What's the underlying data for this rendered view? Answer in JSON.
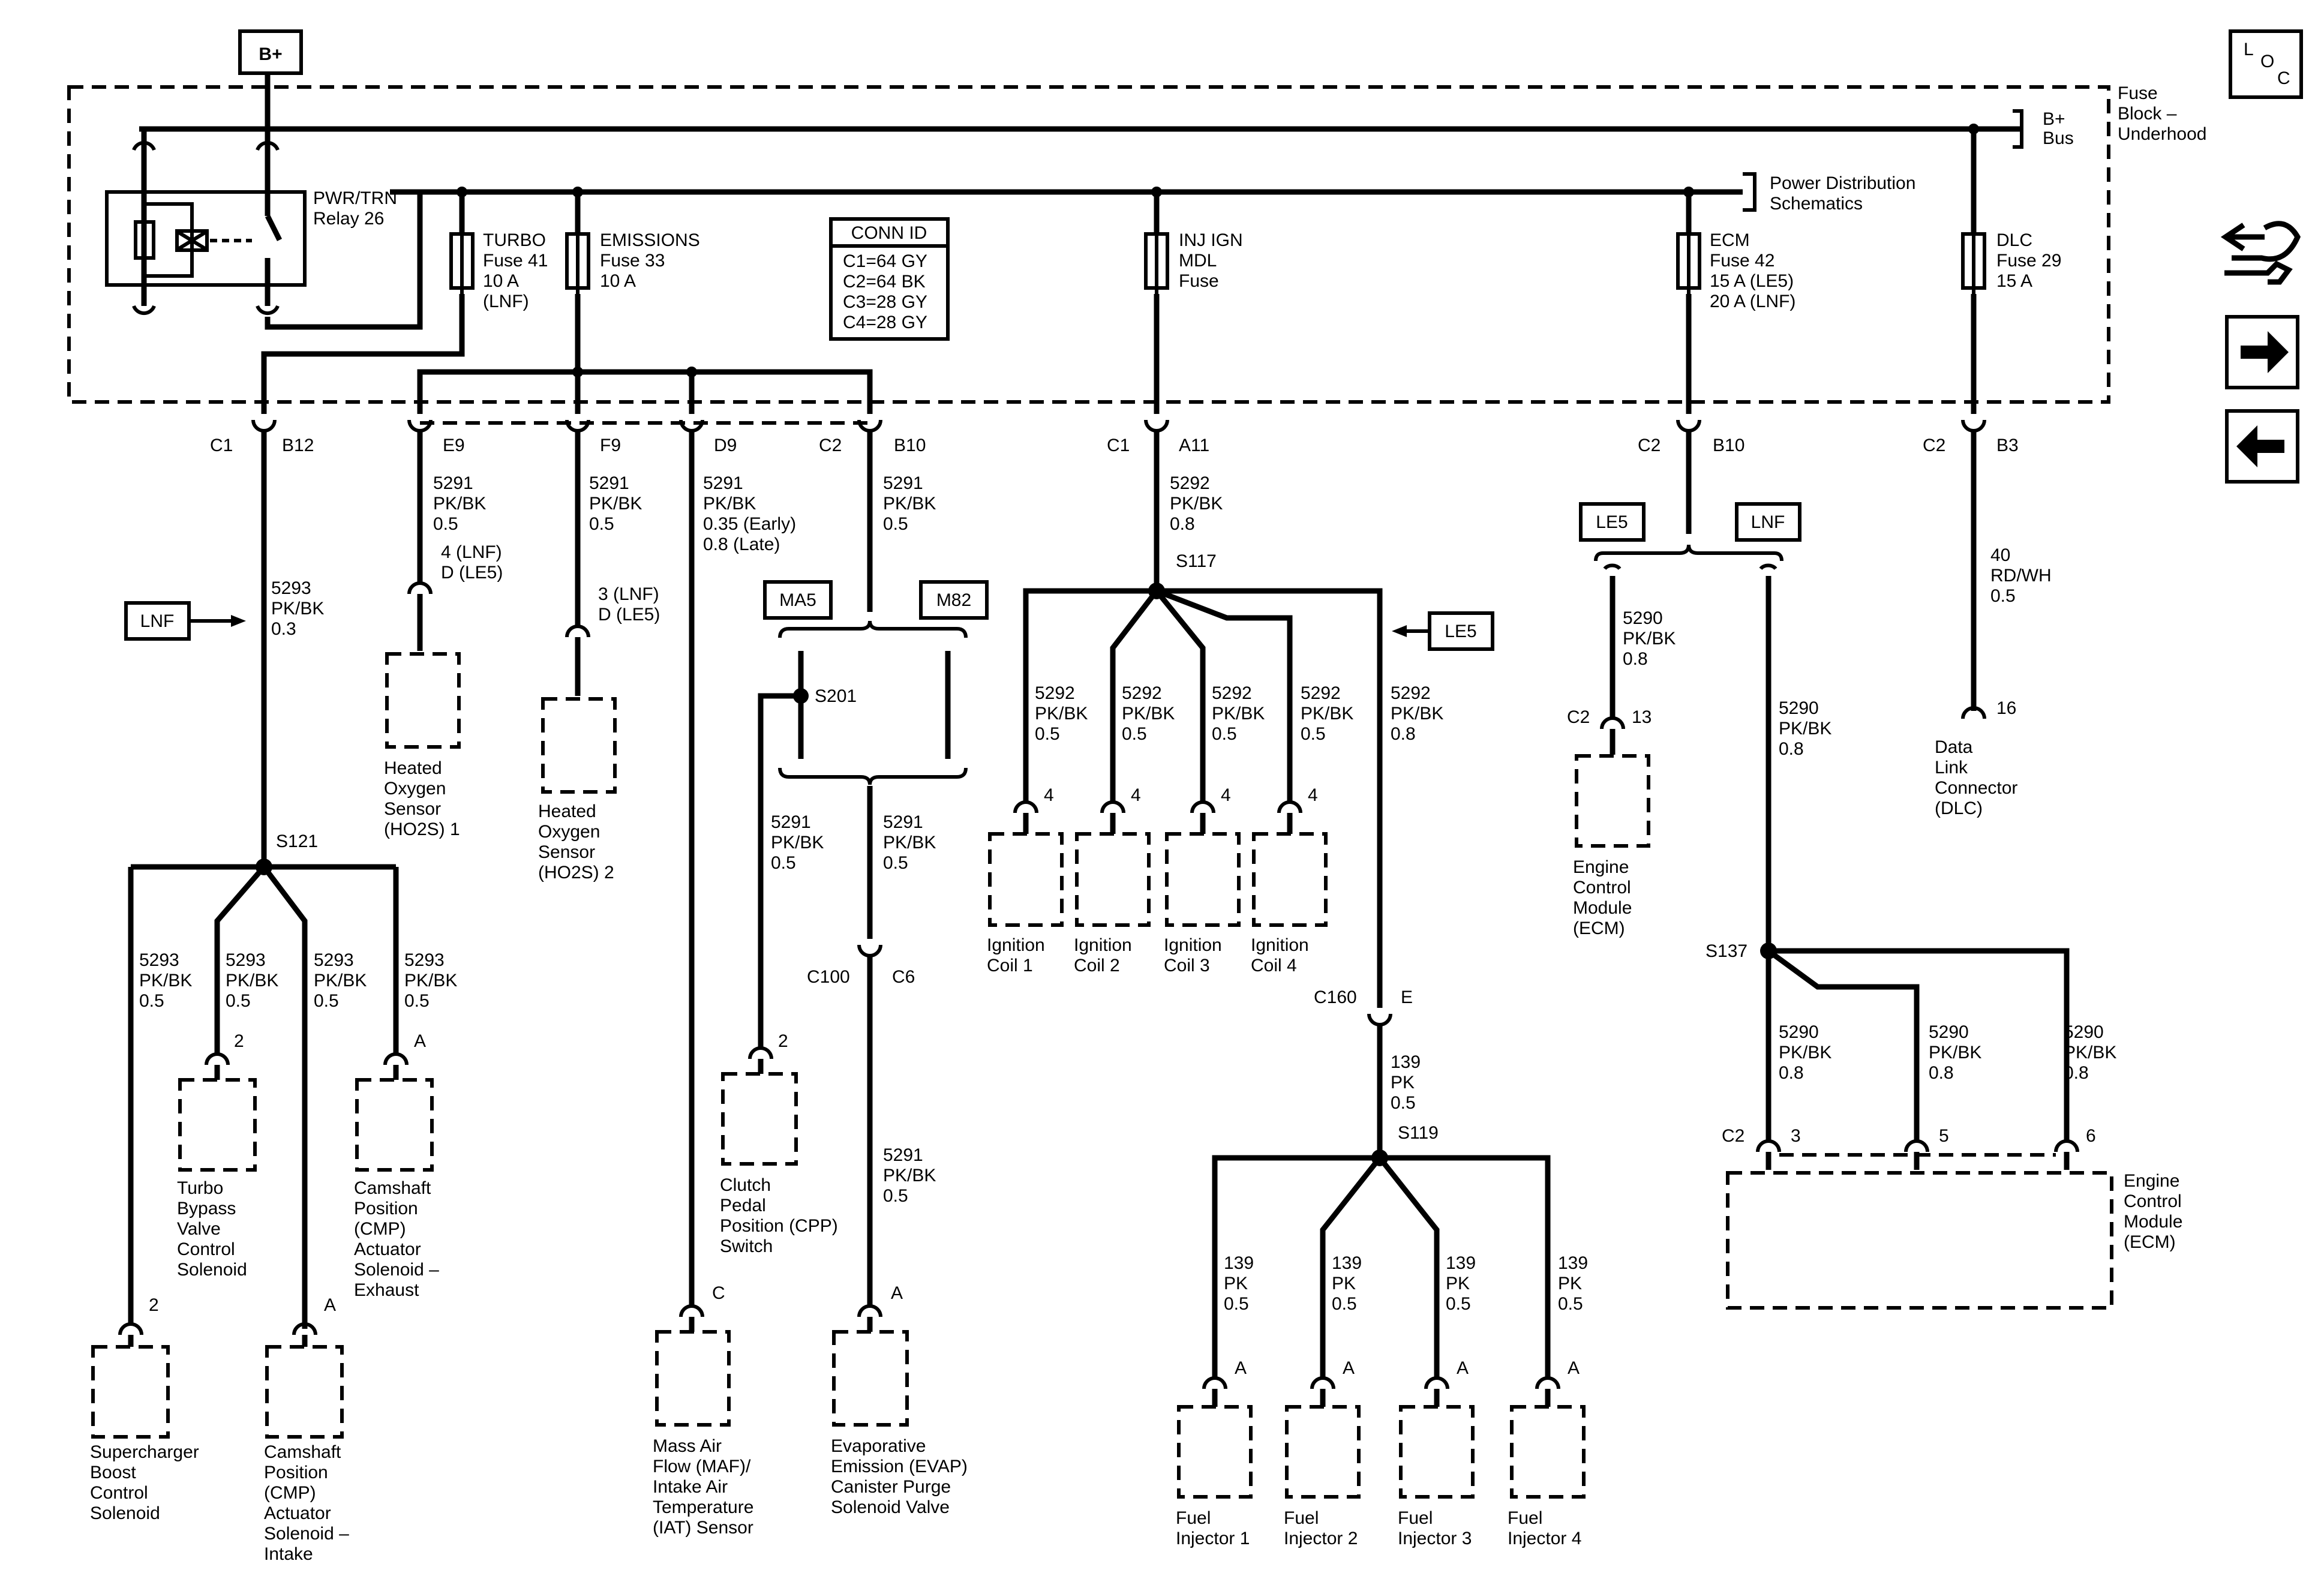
{
  "header": {
    "bplus": "B+",
    "loc": [
      "L",
      "O",
      "C"
    ]
  },
  "fuse_block": {
    "label": [
      "Fuse",
      "Block –",
      "Underhood"
    ],
    "bus": [
      "B+",
      "Bus"
    ],
    "pds": [
      "Power Distribution",
      "Schematics"
    ]
  },
  "relay": [
    "PWR/TRN",
    "Relay 26"
  ],
  "conn_id": {
    "title": "CONN ID",
    "rows": [
      "C1=64 GY",
      "C2=64 BK",
      "C3=28 GY",
      "C4=28 GY"
    ]
  },
  "fuses": [
    [
      "TURBO",
      "Fuse 41",
      "10 A",
      "(LNF)"
    ],
    [
      "EMISSIONS",
      "Fuse 33",
      "10 A"
    ],
    [
      "INJ IGN",
      "MDL",
      "Fuse"
    ],
    [
      "ECM",
      "Fuse 42",
      "15 A (LE5)",
      "20 A (LNF)"
    ],
    [
      "DLC",
      "Fuse 29",
      "15 A"
    ]
  ],
  "connectors": [
    {
      "conn": "C1",
      "pin": "B12"
    },
    {
      "conn": "",
      "pin": "E9"
    },
    {
      "conn": "",
      "pin": "F9"
    },
    {
      "conn": "",
      "pin": "D9"
    },
    {
      "conn": "C2",
      "pin": "B10"
    },
    {
      "conn": "C1",
      "pin": "A11"
    },
    {
      "conn": "C2",
      "pin": "B10"
    },
    {
      "conn": "C2",
      "pin": "B3"
    }
  ],
  "variant_tags": [
    "LNF",
    "MA5",
    "M82",
    "LE5",
    "LE5",
    "LNF"
  ],
  "wires": {
    "w5293_main": [
      "5293",
      "PK/BK",
      "0.3"
    ],
    "w5291_e9": [
      "5291",
      "PK/BK",
      "0.5"
    ],
    "w5291_f9": [
      "5291",
      "PK/BK",
      "0.5"
    ],
    "w5291_d9": [
      "5291",
      "PK/BK",
      "0.35 (Early)",
      "0.8 (Late)"
    ],
    "w5291_b10": [
      "5291",
      "PK/BK",
      "0.5"
    ],
    "w5292_main": [
      "5292",
      "PK/BK",
      "0.8"
    ],
    "w40": [
      "40",
      "RD/WH",
      "0.5"
    ],
    "w5290_le5": [
      "5290",
      "PK/BK",
      "0.8"
    ],
    "w5290_lnf": [
      "5290",
      "PK/BK",
      "0.8"
    ],
    "w5293_b1": [
      "5293",
      "PK/BK",
      "0.5"
    ],
    "w5293_b2": [
      "5293",
      "PK/BK",
      "0.5"
    ],
    "w5293_b3": [
      "5293",
      "PK/BK",
      "0.5"
    ],
    "w5293_b4": [
      "5293",
      "PK/BK",
      "0.5"
    ],
    "w5291_cpp": [
      "5291",
      "PK/BK",
      "0.5"
    ],
    "w5291_c100": [
      "5291",
      "PK/BK",
      "0.5"
    ],
    "w5291_evap": [
      "5291",
      "PK/BK",
      "0.5"
    ],
    "w5292_c1": [
      "5292",
      "PK/BK",
      "0.5"
    ],
    "w5292_c2": [
      "5292",
      "PK/BK",
      "0.5"
    ],
    "w5292_c3": [
      "5292",
      "PK/BK",
      "0.5"
    ],
    "w5292_c4": [
      "5292",
      "PK/BK",
      "0.5"
    ],
    "w5292_le5": [
      "5292",
      "PK/BK",
      "0.8"
    ],
    "w139_main": [
      "139",
      "PK",
      "0.5"
    ],
    "w139_b1": [
      "139",
      "PK",
      "0.5"
    ],
    "w139_b2": [
      "139",
      "PK",
      "0.5"
    ],
    "w139_b3": [
      "139",
      "PK",
      "0.5"
    ],
    "w139_b4": [
      "139",
      "PK",
      "0.5"
    ],
    "w5290_e1": [
      "5290",
      "PK/BK",
      "0.8"
    ],
    "w5290_e2": [
      "5290",
      "PK/BK",
      "0.8"
    ],
    "w5290_e3": [
      "5290",
      "PK/BK",
      "0.8"
    ]
  },
  "splices": [
    "S117",
    "S201",
    "S121",
    "S137",
    "S119"
  ],
  "inline": [
    {
      "conn": "C100",
      "pin": "C6"
    },
    {
      "conn": "C160",
      "pin": "E"
    }
  ],
  "pins": {
    "ho2s1": [
      "4 (LNF)",
      "D (LE5)"
    ],
    "ho2s2": [
      "3 (LNF)",
      "D (LE5)"
    ],
    "ecm_top": {
      "conn": "C2",
      "pin": "13"
    },
    "dlc": "16",
    "coil1": "4",
    "coil2": "4",
    "coil3": "4",
    "coil4": "4",
    "turbo": "2",
    "cmp_ex": "A",
    "sc": "2",
    "cmp_in": "A",
    "cpp": "2",
    "maf": "C",
    "evap": "A",
    "inj1": "A",
    "inj2": "A",
    "inj3": "A",
    "inj4": "A",
    "ecm_bottom": {
      "conn": "C2",
      "pins": [
        "3",
        "5",
        "6"
      ]
    }
  },
  "components": {
    "ho2s1": [
      "Heated",
      "Oxygen",
      "Sensor",
      "(HO2S) 1"
    ],
    "ho2s2": [
      "Heated",
      "Oxygen",
      "Sensor",
      "(HO2S) 2"
    ],
    "ecm_top": [
      "Engine",
      "Control",
      "Module",
      "(ECM)"
    ],
    "dlc": [
      "Data",
      "Link",
      "Connector",
      "(DLC)"
    ],
    "coil1": [
      "Ignition",
      "Coil 1"
    ],
    "coil2": [
      "Ignition",
      "Coil 2"
    ],
    "coil3": [
      "Ignition",
      "Coil 3"
    ],
    "coil4": [
      "Ignition",
      "Coil 4"
    ],
    "turbo": [
      "Turbo",
      "Bypass",
      "Valve",
      "Control",
      "Solenoid"
    ],
    "cmp_ex": [
      "Camshaft",
      "Position",
      "(CMP)",
      "Actuator",
      "Solenoid –",
      "Exhaust"
    ],
    "sc": [
      "Supercharger",
      "Boost",
      "Control",
      "Solenoid"
    ],
    "cmp_in": [
      "Camshaft",
      "Position",
      "(CMP)",
      "Actuator",
      "Solenoid –",
      "Intake"
    ],
    "cpp": [
      "Clutch",
      "Pedal",
      "Position (CPP)",
      "Switch"
    ],
    "maf": [
      "Mass Air",
      "Flow (MAF)/",
      "Intake Air",
      "Temperature",
      "(IAT) Sensor"
    ],
    "evap": [
      "Evaporative",
      "Emission (EVAP)",
      "Canister Purge",
      "Solenoid Valve"
    ],
    "inj1": [
      "Fuel",
      "Injector 1"
    ],
    "inj2": [
      "Fuel",
      "Injector 2"
    ],
    "inj3": [
      "Fuel",
      "Injector 3"
    ],
    "inj4": [
      "Fuel",
      "Injector 4"
    ],
    "ecm_bottom": [
      "Engine",
      "Control",
      "Module",
      "(ECM)"
    ]
  }
}
